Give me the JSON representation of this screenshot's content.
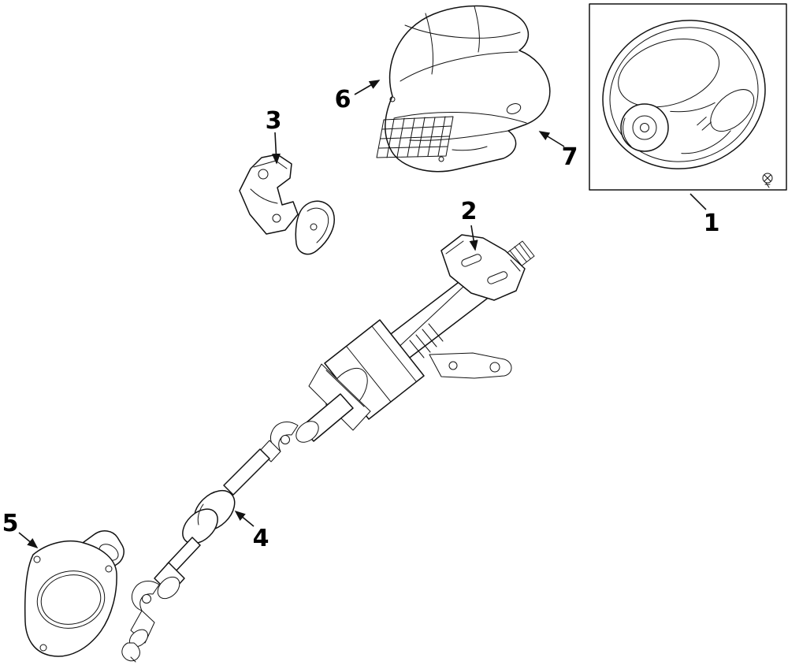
{
  "diagram": {
    "kind": "exploded-parts-diagram",
    "subject": "steering column and steering wheel assembly",
    "colors": {
      "background": "#ffffff",
      "line": "#121212",
      "label": "#000000"
    },
    "labels": [
      {
        "text": "1",
        "part": "steering-wheel"
      },
      {
        "text": "2",
        "part": "steering-column-assembly"
      },
      {
        "text": "3",
        "part": "column-mounting-bracket"
      },
      {
        "text": "4",
        "part": "intermediate-shaft"
      },
      {
        "text": "5",
        "part": "column-hole-cover"
      },
      {
        "text": "6",
        "part": "upper-column-cover"
      },
      {
        "text": "7",
        "part": "lower-column-cover"
      }
    ]
  }
}
